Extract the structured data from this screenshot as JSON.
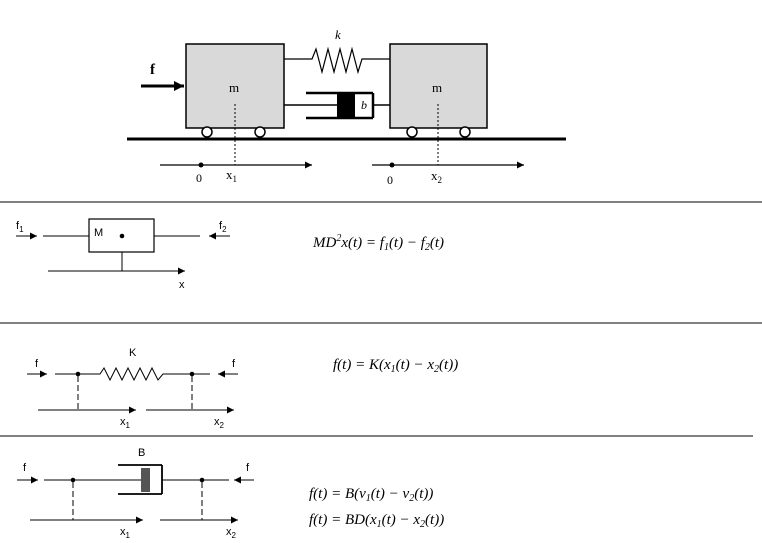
{
  "top_figure": {
    "mass_label": "m",
    "spring_label": "k",
    "damper_label": "b",
    "force_label": "f",
    "origin_label": "0",
    "x1_base": "x",
    "x1_sub": "1",
    "x2_base": "x",
    "x2_sub": "2"
  },
  "mass_element": {
    "mass_label": "M",
    "f1_base": "f",
    "f1_sub": "1",
    "f2_base": "f",
    "f2_sub": "2",
    "axis_label": "x",
    "equation": {
      "a": "MD",
      "b": "2",
      "c": "x(t) = f",
      "d": "1",
      "e": "(t) − f",
      "f": "2",
      "g": "(t)"
    }
  },
  "spring_element": {
    "spring_label": "K",
    "force_label": "f",
    "x1_base": "x",
    "x1_sub": "1",
    "x2_base": "x",
    "x2_sub": "2",
    "equation": {
      "a": "f(t) = K(x",
      "b": "1",
      "c": "(t) − x",
      "d": "2",
      "e": "(t))"
    }
  },
  "damper_element": {
    "damper_label": "B",
    "force_label": "f",
    "x1_base": "x",
    "x1_sub": "1",
    "x2_base": "x",
    "x2_sub": "2",
    "equation1": {
      "a": "f(t) = B(v",
      "b": "1",
      "c": "(t) − v",
      "d": "2",
      "e": "(t))"
    },
    "equation2": {
      "a": "f(t) = BD(x",
      "b": "1",
      "c": "(t) − x",
      "d": "2",
      "e": "(t))"
    }
  }
}
